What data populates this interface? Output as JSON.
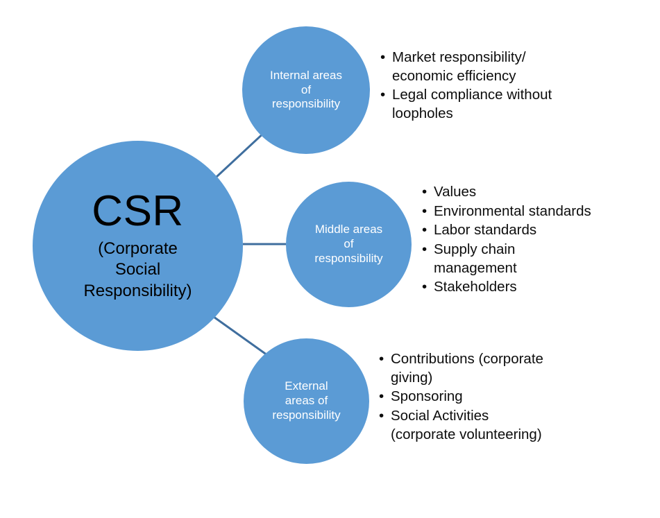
{
  "diagram": {
    "title": "CSR areas of responsibility",
    "colors": {
      "circle_fill": "#5B9BD5",
      "connector": "#3F6E9E",
      "circle_text": "#FFFFFF",
      "body_text": "#0D0D0D",
      "background": "#FFFFFF"
    },
    "hub": {
      "acronym": "CSR",
      "expansion": "(Corporate\nSocial\nResponsibility)"
    },
    "branches": [
      {
        "id": "internal",
        "label": "Internal areas\nof\nresponsibility",
        "items": [
          "Market responsibility/\neconomic efficiency",
          "Legal compliance without\nloopholes"
        ]
      },
      {
        "id": "middle",
        "label": "Middle areas\nof\nresponsibility",
        "items": [
          "Values",
          "Environmental standards",
          "Labor standards",
          "Supply chain\nmanagement",
          "Stakeholders"
        ]
      },
      {
        "id": "external",
        "label": "External\nareas of\nresponsibility",
        "items": [
          "Contributions (corporate\ngiving)",
          "Sponsoring",
          "Social Activities\n(corporate volunteering)"
        ]
      }
    ],
    "bullet_glyph": "•"
  }
}
